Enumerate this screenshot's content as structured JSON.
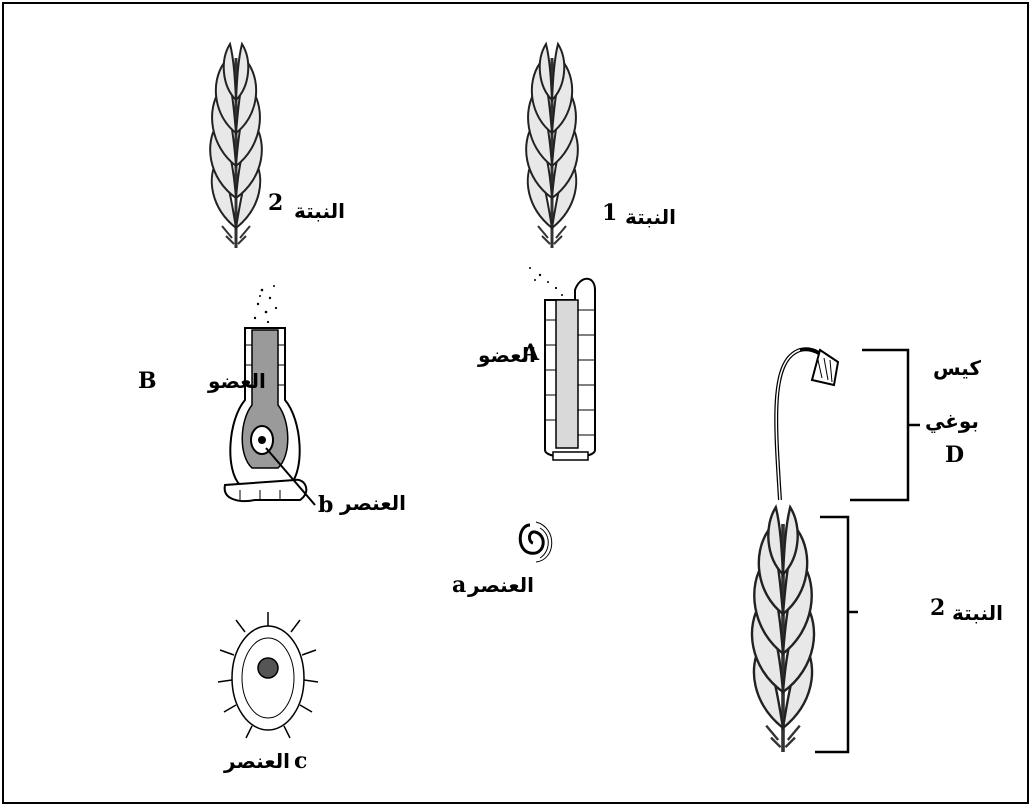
{
  "labels": {
    "plant2_top": "النبتة",
    "plant2_top_num": "2",
    "plant1": "النبتة",
    "plant1_num": "1",
    "organB": "العضو",
    "organB_letter": "B",
    "organA": "العضو",
    "organA_letter": "A",
    "elementB": "العنصر",
    "elementB_letter": "b",
    "elementA": "العنصر",
    "elementA_letter": "a",
    "elementC": "العنصر",
    "elementC_letter": "c",
    "sporangium_line1": "كيس",
    "sporangium_line2": "بوغي",
    "sporangium_letter": "D",
    "plant2_right": "النبتة",
    "plant2_right_num": "2"
  }
}
